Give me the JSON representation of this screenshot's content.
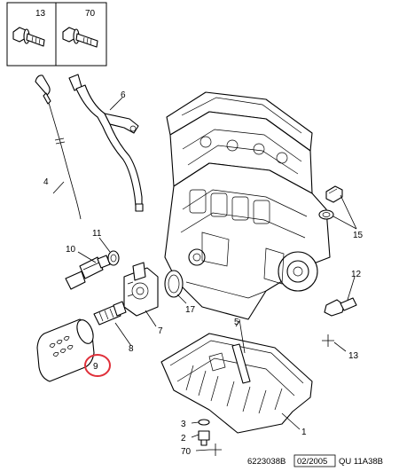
{
  "legend_box": {
    "items": [
      {
        "number": "13",
        "icon": "flange-bolt-icon"
      },
      {
        "number": "70",
        "icon": "flange-bolt-icon"
      }
    ]
  },
  "callouts": {
    "c1": "1",
    "c2": "2",
    "c3": "3",
    "c4": "4",
    "c6": "6",
    "c7": "7",
    "c8": "8",
    "c9": "9",
    "c10": "10",
    "c11": "11",
    "c12": "12",
    "c13": "13",
    "c15": "15",
    "c17": "17",
    "c70": "70",
    "c5": "5"
  },
  "highlight": {
    "part": "9",
    "color": "#e0303a"
  },
  "footer": {
    "ref": "6223038B",
    "date": "02/2005",
    "code": "QU 11A38B"
  }
}
